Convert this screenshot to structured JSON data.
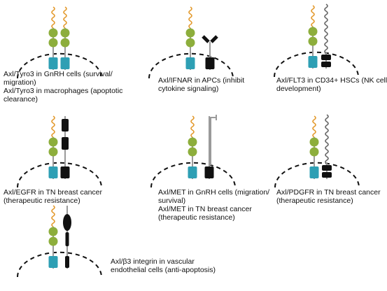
{
  "colors": {
    "axl_domain": "#2e9fb4",
    "ig_domain": "#8dae3c",
    "ligand": "#e39a2e",
    "partner": "#111111",
    "stalk": "#9a9a9a",
    "membrane": "#111111"
  },
  "panels": [
    {
      "id": "tyro3",
      "partner_type": "tyro3",
      "captions": [
        "Axl/Tyro3 in GnRH cells (survival/",
        "migration)",
        "Axl/Tyro3 in macrophages (apoptotic",
        "clearance)"
      ]
    },
    {
      "id": "ifnar",
      "partner_type": "ifnar",
      "captions": [
        "Axl/IFNAR in APCs (inhibit",
        "cytokine signaling)"
      ]
    },
    {
      "id": "flt3",
      "partner_type": "flt3",
      "captions": [
        "Axl/FLT3 in CD34+ HSCs (NK cell",
        "development)"
      ]
    },
    {
      "id": "egfr",
      "partner_type": "egfr",
      "captions": [
        "Axl/EGFR in TN breast cancer",
        "(therapeutic resistance)"
      ]
    },
    {
      "id": "met",
      "partner_type": "met",
      "captions": [
        "Axl/MET in GnRH cells (migration/",
        "survival)",
        "Axl/MET in TN breast cancer",
        "(therapeutic resistance)"
      ]
    },
    {
      "id": "pdgfr",
      "partner_type": "pdgfr",
      "captions": [
        "Axl/PDGFR in TN breast cancer",
        "(therapeutic resistance)"
      ]
    },
    {
      "id": "integrin",
      "partner_type": "integrin",
      "captions": [
        "Axl/β3 integrin in vascular",
        "endothelial cells (anti-apoptosis)"
      ]
    }
  ]
}
